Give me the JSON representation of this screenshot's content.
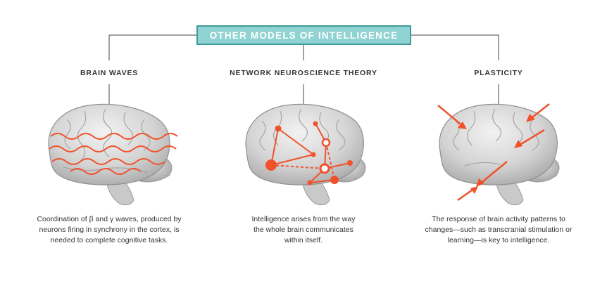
{
  "header": {
    "title": "OTHER MODELS OF INTELLIGENCE"
  },
  "columns": [
    {
      "title": "BRAIN WAVES",
      "description_lines": [
        "Coordination of β and γ waves, produced by",
        "neurons firing in synchrony in the cortex, is",
        "needed to complete cognitive tasks."
      ]
    },
    {
      "title": "NETWORK NEUROSCIENCE THEORY",
      "description_lines": [
        "Intelligence arises from the way",
        "the whole brain communicates",
        "within itself."
      ]
    },
    {
      "title": "PLASTICITY",
      "description_lines": [
        "The response of brain activity patterns to",
        "changes—such as transcranial stimulation or",
        "learning—is key to intelligence."
      ]
    }
  ],
  "colors": {
    "accent": "#f0522c",
    "header_fill": "#8fd3d2",
    "header_border": "#3e9a9b",
    "brain": "#d6d6d6"
  }
}
